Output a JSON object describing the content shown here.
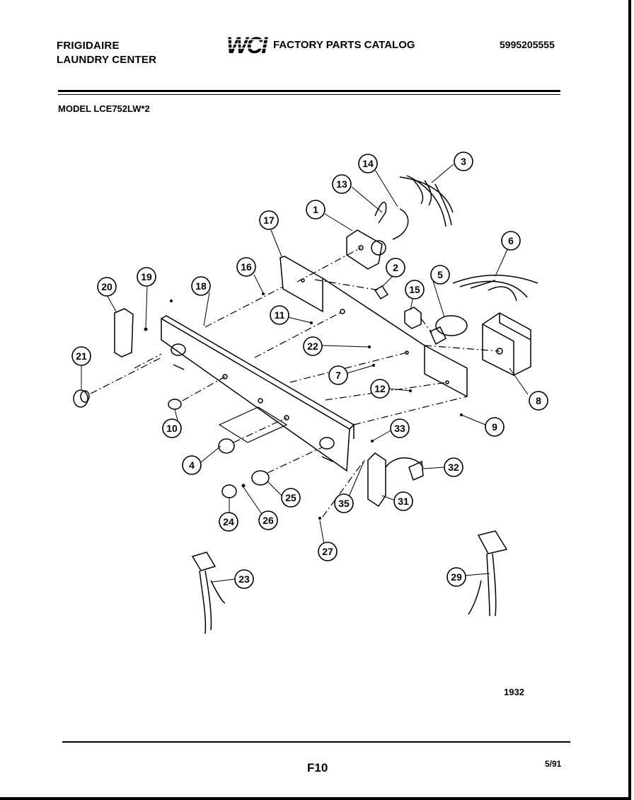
{
  "header": {
    "brand_line1": "FRIGIDAIRE",
    "brand_line2": "LAUNDRY CENTER",
    "logo_text": "WCI",
    "catalog_title": "FACTORY PARTS CATALOG",
    "part_number": "5995205555",
    "model": "MODEL LCE752LW*2"
  },
  "callouts": [
    "1",
    "2",
    "3",
    "4",
    "5",
    "6",
    "7",
    "8",
    "9",
    "10",
    "11",
    "12",
    "13",
    "14",
    "15",
    "16",
    "17",
    "18",
    "19",
    "20",
    "21",
    "22",
    "23",
    "24",
    "25",
    "26",
    "27",
    "29",
    "31",
    "32",
    "33",
    "35"
  ],
  "footer": {
    "figure_number": "1932",
    "page_code": "F10",
    "date": "5/91"
  }
}
